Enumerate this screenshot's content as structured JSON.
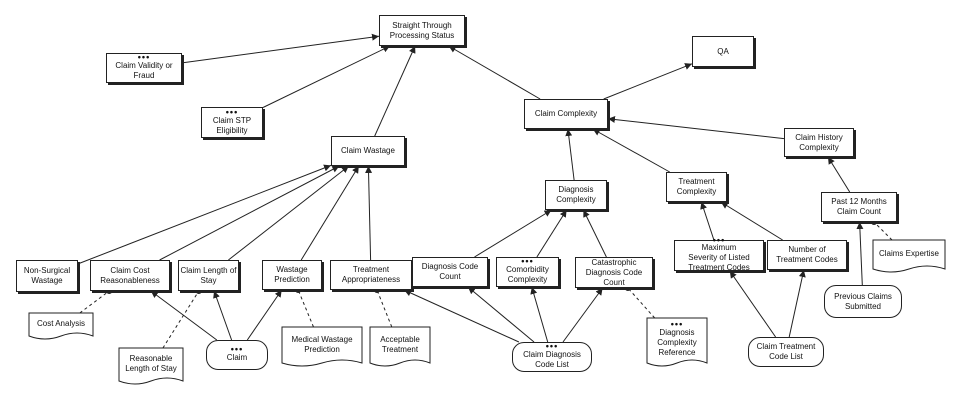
{
  "nodes": [
    {
      "id": "stp",
      "type": "decision",
      "label": "Straight Through\nProcessing Status",
      "subdecision": false
    },
    {
      "id": "qa",
      "type": "decision",
      "label": "QA",
      "subdecision": false
    },
    {
      "id": "validity",
      "type": "decision",
      "label": "Claim Validity or\nFraud",
      "subdecision": true
    },
    {
      "id": "stpelig",
      "type": "decision",
      "label": "Claim STP\nEligibility",
      "subdecision": true
    },
    {
      "id": "complexity",
      "type": "decision",
      "label": "Claim Complexity",
      "subdecision": false
    },
    {
      "id": "wastage",
      "type": "decision",
      "label": "Claim Wastage",
      "subdecision": false
    },
    {
      "id": "history",
      "type": "decision",
      "label": "Claim History\nComplexity",
      "subdecision": false
    },
    {
      "id": "dxcomplex",
      "type": "decision",
      "label": "Diagnosis\nComplexity",
      "subdecision": false
    },
    {
      "id": "txcomplex",
      "type": "decision",
      "label": "Treatment\nComplexity",
      "subdecision": false
    },
    {
      "id": "past12",
      "type": "decision",
      "label": "Past 12 Months\nClaim Count",
      "subdecision": false
    },
    {
      "id": "nonsurg",
      "type": "decision",
      "label": "Non-Surgical\nWastage",
      "subdecision": false
    },
    {
      "id": "costreason",
      "type": "decision",
      "label": "Claim Cost\nReasonableness",
      "subdecision": false
    },
    {
      "id": "los",
      "type": "decision",
      "label": "Claim Length of\nStay",
      "subdecision": false
    },
    {
      "id": "wastpred",
      "type": "decision",
      "label": "Wastage\nPrediction",
      "subdecision": false
    },
    {
      "id": "txapprop",
      "type": "decision",
      "label": "Treatment\nAppropriateness",
      "subdecision": false
    },
    {
      "id": "dxcount",
      "type": "decision",
      "label": "Diagnosis Code\nCount",
      "subdecision": false
    },
    {
      "id": "comorb",
      "type": "decision",
      "label": "Comorbidity\nComplexity",
      "subdecision": true
    },
    {
      "id": "catdx",
      "type": "decision",
      "label": "Catastrophic\nDiagnosis Code\nCount",
      "subdecision": false
    },
    {
      "id": "maxsev",
      "type": "decision",
      "label": "Maximum\nSeverity of Listed\nTreatment Codes",
      "subdecision": true
    },
    {
      "id": "numtx",
      "type": "decision",
      "label": "Number of\nTreatment Codes",
      "subdecision": false
    },
    {
      "id": "claim",
      "type": "input",
      "label": "Claim",
      "subdecision": true
    },
    {
      "id": "dxlist",
      "type": "input",
      "label": "Claim Diagnosis\nCode List",
      "subdecision": true
    },
    {
      "id": "txlist",
      "type": "input",
      "label": "Claim Treatment\nCode List",
      "subdecision": false
    },
    {
      "id": "prevclaims",
      "type": "input",
      "label": "Previous Claims\nSubmitted",
      "subdecision": false
    },
    {
      "id": "costanalysis",
      "type": "knowledge",
      "label": "Cost Analysis",
      "subdecision": false
    },
    {
      "id": "reasonlos",
      "type": "knowledge",
      "label": "Reasonable\nLength of Stay",
      "subdecision": false
    },
    {
      "id": "medwaste",
      "type": "knowledge",
      "label": "Medical Wastage\nPrediction",
      "subdecision": false
    },
    {
      "id": "accept",
      "type": "knowledge",
      "label": "Acceptable\nTreatment",
      "subdecision": false
    },
    {
      "id": "dxref",
      "type": "knowledge",
      "label": "Diagnosis\nComplexity\nReference",
      "subdecision": true
    },
    {
      "id": "claimsexp",
      "type": "knowledge",
      "label": "Claims Expertise",
      "subdecision": false
    }
  ],
  "edges": [
    {
      "from": "validity",
      "to": "stp",
      "kind": "information"
    },
    {
      "from": "stpelig",
      "to": "stp",
      "kind": "information"
    },
    {
      "from": "wastage",
      "to": "stp",
      "kind": "information"
    },
    {
      "from": "complexity",
      "to": "stp",
      "kind": "information"
    },
    {
      "from": "complexity",
      "to": "qa",
      "kind": "information"
    },
    {
      "from": "dxcomplex",
      "to": "complexity",
      "kind": "information"
    },
    {
      "from": "txcomplex",
      "to": "complexity",
      "kind": "information"
    },
    {
      "from": "history",
      "to": "complexity",
      "kind": "information"
    },
    {
      "from": "past12",
      "to": "history",
      "kind": "information"
    },
    {
      "from": "nonsurg",
      "to": "wastage",
      "kind": "information"
    },
    {
      "from": "costreason",
      "to": "wastage",
      "kind": "information"
    },
    {
      "from": "los",
      "to": "wastage",
      "kind": "information"
    },
    {
      "from": "wastpred",
      "to": "wastage",
      "kind": "information"
    },
    {
      "from": "txapprop",
      "to": "wastage",
      "kind": "information"
    },
    {
      "from": "dxcount",
      "to": "dxcomplex",
      "kind": "information"
    },
    {
      "from": "comorb",
      "to": "dxcomplex",
      "kind": "information"
    },
    {
      "from": "catdx",
      "to": "dxcomplex",
      "kind": "information"
    },
    {
      "from": "maxsev",
      "to": "txcomplex",
      "kind": "information"
    },
    {
      "from": "numtx",
      "to": "txcomplex",
      "kind": "information"
    },
    {
      "from": "claim",
      "to": "costreason",
      "kind": "information"
    },
    {
      "from": "claim",
      "to": "los",
      "kind": "information"
    },
    {
      "from": "claim",
      "to": "wastpred",
      "kind": "information"
    },
    {
      "from": "dxlist",
      "to": "txapprop",
      "kind": "information"
    },
    {
      "from": "dxlist",
      "to": "dxcount",
      "kind": "information"
    },
    {
      "from": "dxlist",
      "to": "comorb",
      "kind": "information"
    },
    {
      "from": "dxlist",
      "to": "catdx",
      "kind": "information"
    },
    {
      "from": "txlist",
      "to": "maxsev",
      "kind": "information"
    },
    {
      "from": "txlist",
      "to": "numtx",
      "kind": "information"
    },
    {
      "from": "prevclaims",
      "to": "past12",
      "kind": "information"
    },
    {
      "from": "costanalysis",
      "to": "costreason",
      "kind": "authority"
    },
    {
      "from": "reasonlos",
      "to": "los",
      "kind": "authority"
    },
    {
      "from": "medwaste",
      "to": "wastpred",
      "kind": "authority"
    },
    {
      "from": "accept",
      "to": "txapprop",
      "kind": "authority"
    },
    {
      "from": "dxref",
      "to": "catdx",
      "kind": "authority"
    },
    {
      "from": "claimsexp",
      "to": "past12",
      "kind": "authority"
    }
  ],
  "colors": {
    "line": "#222222",
    "fill": "#ffffff",
    "text": "#111111"
  }
}
